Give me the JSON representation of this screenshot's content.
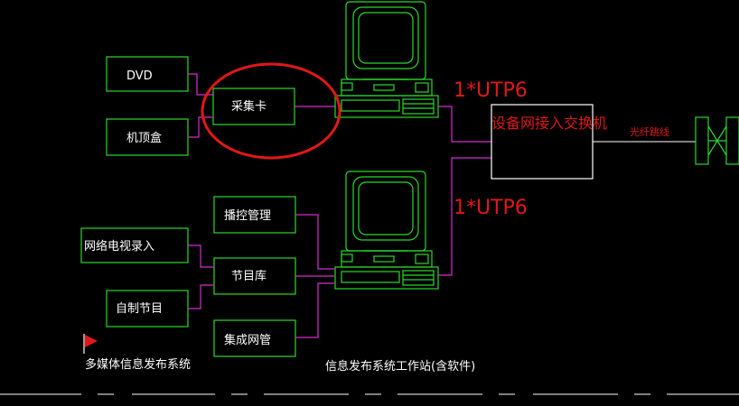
{
  "nodes": {
    "dvd": "DVD",
    "stb": "机顶盒",
    "capture_card": "采集卡",
    "broadcast_mgmt": "播控管理",
    "iptv_record": "网络电视录入",
    "program_lib": "节目库",
    "self_program": "自制节目",
    "integrated_nm": "集成网管",
    "access_switch": "设备网接入交换机"
  },
  "links": {
    "utp_top": "1*UTP6",
    "utp_bottom": "1*UTP6",
    "fiber_jumper": "光纤跳线"
  },
  "captions": {
    "system_title": "多媒体信息发布系统",
    "workstation": "信息发布系统工作站(含软件)"
  },
  "colors": {
    "box_stroke": "#2bd92b",
    "connector": "#d92bd2",
    "highlight_circle": "#e01818",
    "text": "#ffffff",
    "background": "#000000"
  }
}
